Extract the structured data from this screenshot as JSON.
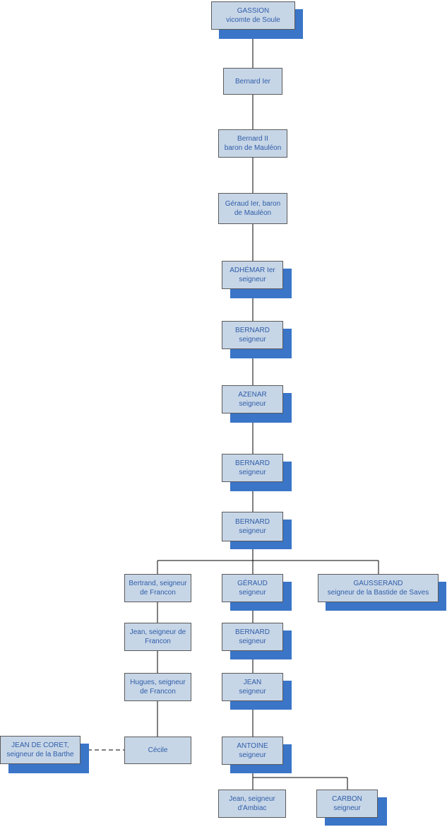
{
  "colors": {
    "box_fill": "#c7d6e7",
    "box_border": "#5a5a5a",
    "shadow": "#3a75c8",
    "text": "#2f5da8",
    "line": "#000000"
  },
  "nodes": {
    "gassion": [
      "GASSION",
      "vicomte de Soule"
    ],
    "bernard_1": [
      "Bernard Ier"
    ],
    "bernard_2": [
      "Bernard II",
      "baron de Mauléon"
    ],
    "geraud_1": [
      "Géraud Ier, baron",
      "de Mauléon"
    ],
    "adhemar": [
      "ADHÉMAR Ier",
      "seigneur"
    ],
    "bernard_a": [
      "BERNARD",
      "seigneur"
    ],
    "azenar": [
      "AZENAR",
      "seigneur"
    ],
    "bernard_b": [
      "BERNARD",
      "seigneur"
    ],
    "bernard_c": [
      "BERNARD",
      "seigneur"
    ],
    "bertrand": [
      "Bertrand, seigneur",
      "de Francon"
    ],
    "geraud": [
      "GÉRAUD",
      "seigneur"
    ],
    "gausserand": [
      "GAUSSERAND",
      "seigneur de la Bastide de Saves"
    ],
    "jean_francon": [
      "Jean, seigneur de",
      "Francon"
    ],
    "bernard_d": [
      "BERNARD",
      "seigneur"
    ],
    "hugues": [
      "Hugues, seigneur",
      "de Francon"
    ],
    "jean": [
      "JEAN",
      "seigneur"
    ],
    "jean_de_coret": [
      "JEAN DE CORET,",
      "seigneur de la Barthe"
    ],
    "cecile": [
      "Cécile"
    ],
    "antoine": [
      "ANTOINE",
      "seigneur"
    ],
    "jean_ambiac": [
      "Jean, seigneur",
      "d'Ambiac"
    ],
    "carbon": [
      "CARBON",
      "seigneur"
    ]
  }
}
